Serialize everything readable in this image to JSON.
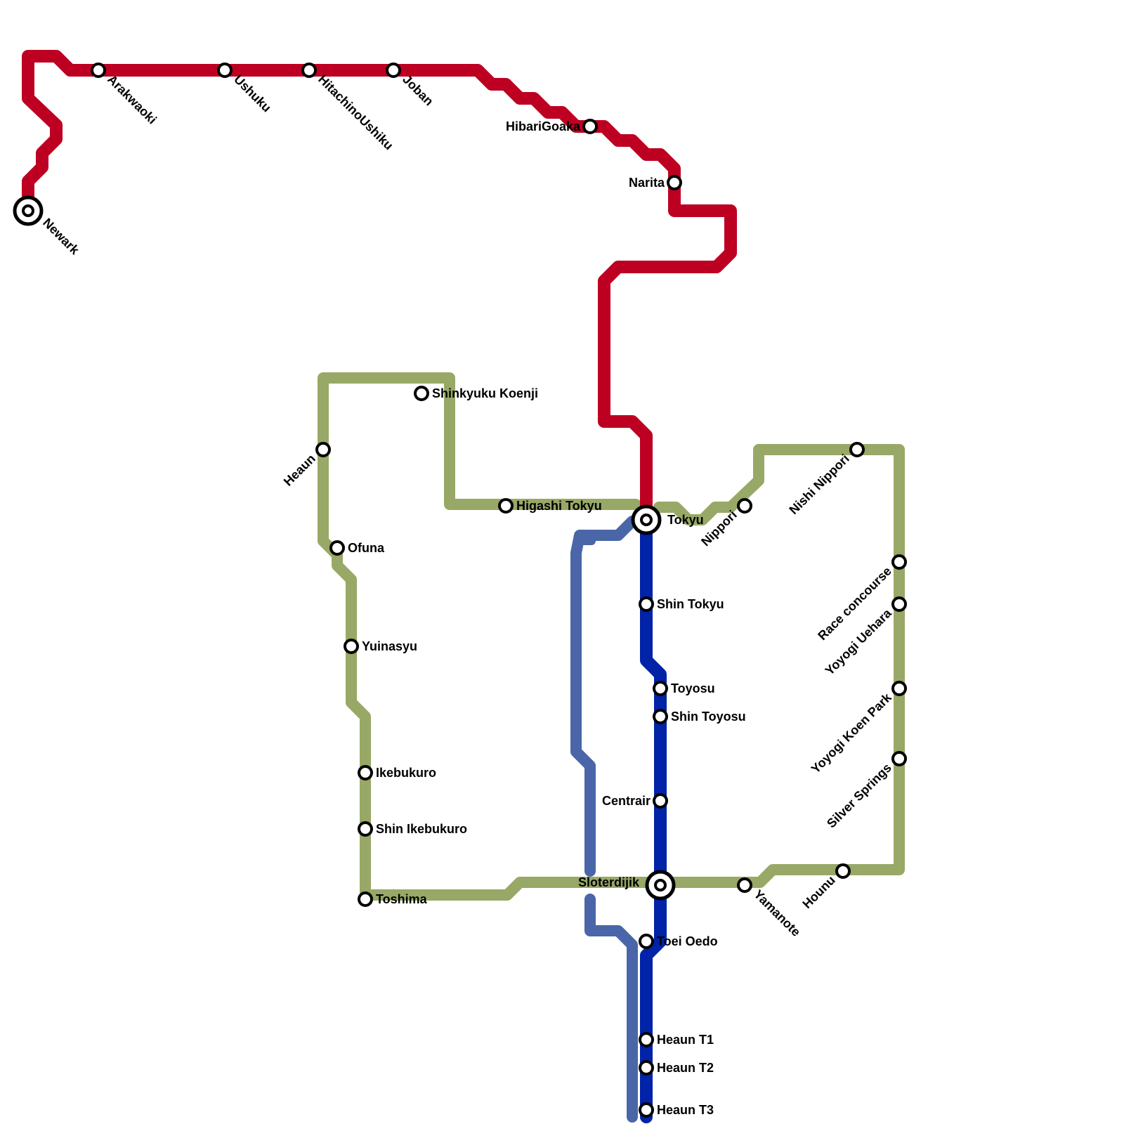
{
  "map": {
    "lines": {
      "red": "#BD0022",
      "green": "#98A866",
      "blue": "#0023A8",
      "steel_blue": "#4A66A8"
    },
    "stations": {
      "newark": "Newark",
      "arakwaoki": "Arakwaoki",
      "ushuku": "Ushuku",
      "hitachino_ushiku": "HitachinoUshiku",
      "joban": "Joban",
      "hibarigoaka": "HibariGoaka",
      "narita": "Narita",
      "tokyu": "Tokyu",
      "shinkyuku_koenji": "Shinkyuku Koenji",
      "heaun": "Heaun",
      "higashi_tokyu": "Higashi Tokyu",
      "ofuna": "Ofuna",
      "yuinasyu": "Yuinasyu",
      "ikebukuro": "Ikebukuro",
      "shin_ikebukuro": "Shin Ikebukuro",
      "toshima": "Toshima",
      "nippori": "Nippori",
      "nishi_nippori": "Nishi Nippori",
      "race_concourse": "Race concourse",
      "yoyogi_uehara": "Yoyogi Uehara",
      "yoyogi_koen_park": "Yoyogi Koen Park",
      "silver_springs": "Silver Springs",
      "hounu": "Hounu",
      "yamanote": "Yamanote",
      "sloterdijik": "Sloterdijik",
      "shin_tokyu": "Shin Tokyu",
      "toyosu": "Toyosu",
      "shin_toyosu": "Shin Toyosu",
      "centrair": "Centrair",
      "toei_oedo": "Toei Oedo",
      "heaun_t1": "Heaun T1",
      "heaun_t2": "Heaun T2",
      "heaun_t3": "Heaun T3"
    }
  }
}
